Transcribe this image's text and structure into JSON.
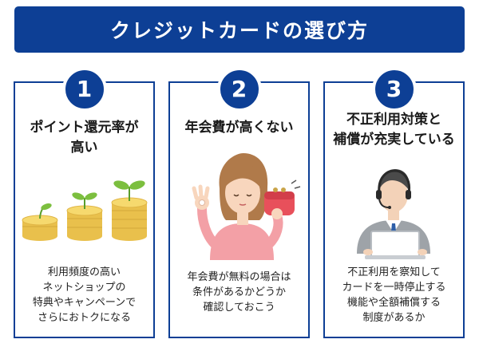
{
  "title": "クレジットカードの選び方",
  "cards": [
    {
      "number": "1",
      "heading_lines": [
        "ポイント還元率が",
        "高い"
      ],
      "desc_lines": [
        "利用頻度の高い",
        "ネットショップの",
        "特典やキャンペーンで",
        "さらにおトクになる"
      ],
      "illustration": "sprouting-coin-stacks"
    },
    {
      "number": "2",
      "heading_lines": [
        "年会費が高くない"
      ],
      "desc_lines": [
        "年会費が無料の場合は",
        "条件があるかどうか",
        "確認しておこう"
      ],
      "illustration": "woman-with-wallet"
    },
    {
      "number": "3",
      "heading_lines": [
        "不正利用対策と",
        "補償が充実している"
      ],
      "desc_lines": [
        "不正利用を察知して",
        "カードを一時停止する",
        "機能や全額補償する",
        "制度があるか"
      ],
      "illustration": "support-operator"
    }
  ],
  "colors": {
    "brand_blue": "#0d3f95",
    "coin_yellow": "#f1cf5a",
    "sprout_green": "#7cbf3f",
    "wallet_red": "#e8505b"
  }
}
